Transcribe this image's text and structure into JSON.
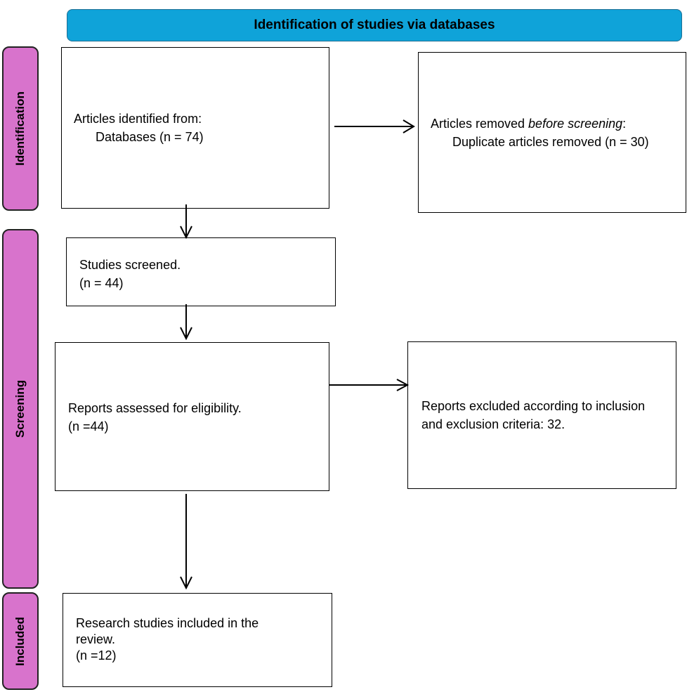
{
  "header": {
    "title": "Identification of studies via databases"
  },
  "phases": {
    "identification": "Identification",
    "screening": "Screening",
    "included": "Included"
  },
  "boxes": {
    "identified": {
      "line1": "Articles identified from:",
      "line2": "Databases (n = 74)"
    },
    "removed": {
      "line1_prefix": "Articles removed ",
      "line1_italic": "before screening",
      "line1_suffix": ":",
      "line2": "Duplicate articles removed (n = 30)"
    },
    "screened": {
      "line1": "Studies screened.",
      "line2": "(n = 44)"
    },
    "assessed": {
      "line1": "Reports assessed for eligibility.",
      "line2": "(n =44)"
    },
    "excluded": {
      "line1": "Reports excluded according to inclusion",
      "line2": "and exclusion criteria: 32."
    },
    "included": {
      "line1": "Research studies included in the",
      "line2": "review.",
      "line3": "(n =12)"
    }
  }
}
